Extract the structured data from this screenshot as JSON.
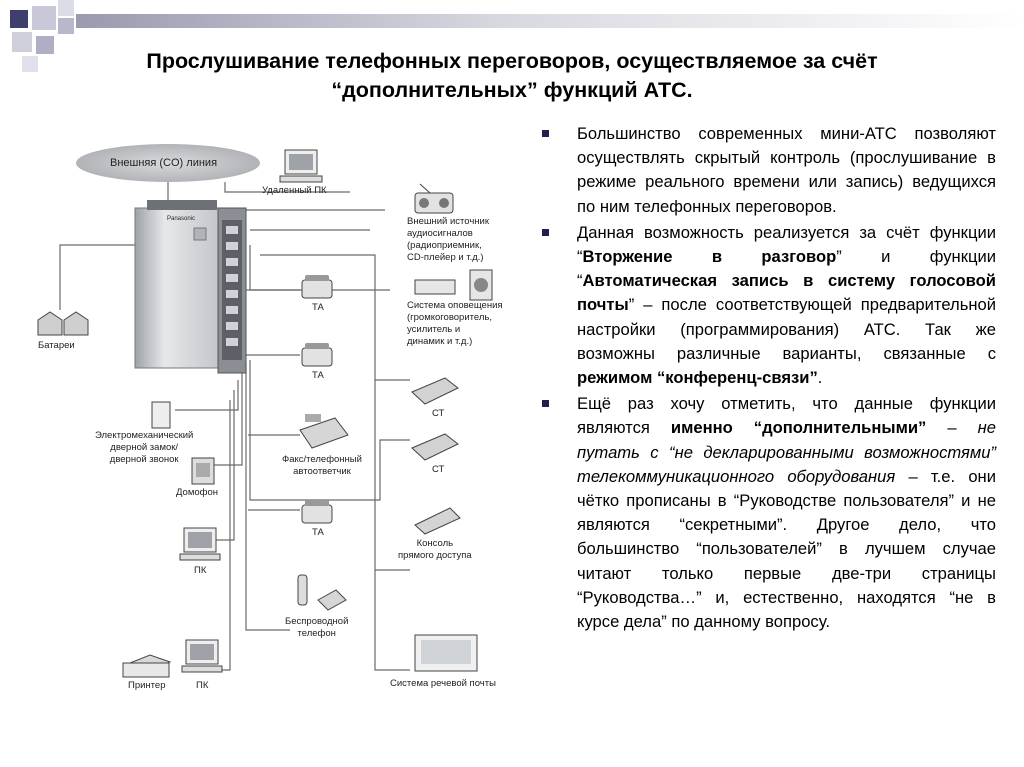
{
  "slide": {
    "title_line1": "Прослушивание телефонных переговоров, осуществляемое за счёт",
    "title_line2": "“дополнительных” функций АТС.",
    "accent_color": "#1f1f50"
  },
  "diagram": {
    "external_line": "Внешняя (CO) линия",
    "pbx_brand": "Panasonic",
    "remote_pc": "Удаленный ПК",
    "audio_source": [
      "Внешний источник",
      "аудиосигналов",
      "(радиоприемник,",
      "CD-плейер и т.д.)"
    ],
    "paging": [
      "Система оповещения",
      "(громкоговоритель,",
      "усилитель и",
      "динамик и т.д.)"
    ],
    "batteries": "Батареи",
    "ta1": "ТА",
    "ta2": "ТА",
    "ta3": "ТА",
    "st1": "СТ",
    "st2": "СТ",
    "door_lock": [
      "Электромеханический",
      "дверной замок/",
      "дверной звонок"
    ],
    "intercom": "Домофон",
    "fax": [
      "Факс/телефонный",
      "автоответчик"
    ],
    "console": [
      "Консоль",
      "прямого доступа"
    ],
    "pc1": "ПК",
    "pc2": "ПК",
    "printer": "Принтер",
    "cordless": [
      "Беспроводной",
      "телефон"
    ],
    "voicemail": "Система речевой почты"
  },
  "bullets": {
    "b1": "Большинство современных мини-АТС позволяют осуществлять скрытый контроль (прослушивание в режиме реального времени или запись) ведущихся по ним телефонных переговоров.",
    "b2_p1": "Данная возможность реализуется за счёт функции “",
    "b2_bold1": "Вторжение в разговор",
    "b2_p2": "” и функции “",
    "b2_bold2": "Автоматическая запись в систему голосовой почты",
    "b2_p3": "” – после соответствующей предварительной настройки (программирования) АТС. Так же возможны различные варианты, связанные с ",
    "b2_bold3": "режимом “конференц-связи”",
    "b2_p4": ".",
    "b3_p1": "Ещё раз хочу отметить, что данные функции являются ",
    "b3_bold1": "именно “дополнительными”",
    "b3_p2": " – ",
    "b3_ital1": "не путать с “не декларированными возможностями” телекоммуникационного оборудования",
    "b3_p3": " – т.е. они чётко прописаны в “Руководстве пользователя” и не являются “секретными”. Другое дело, что большинство “пользователей” в лучшем случае читают только первые две-три страницы “Руководства…” и, естественно, находятся “не в курсе дела” по данному вопросу."
  }
}
